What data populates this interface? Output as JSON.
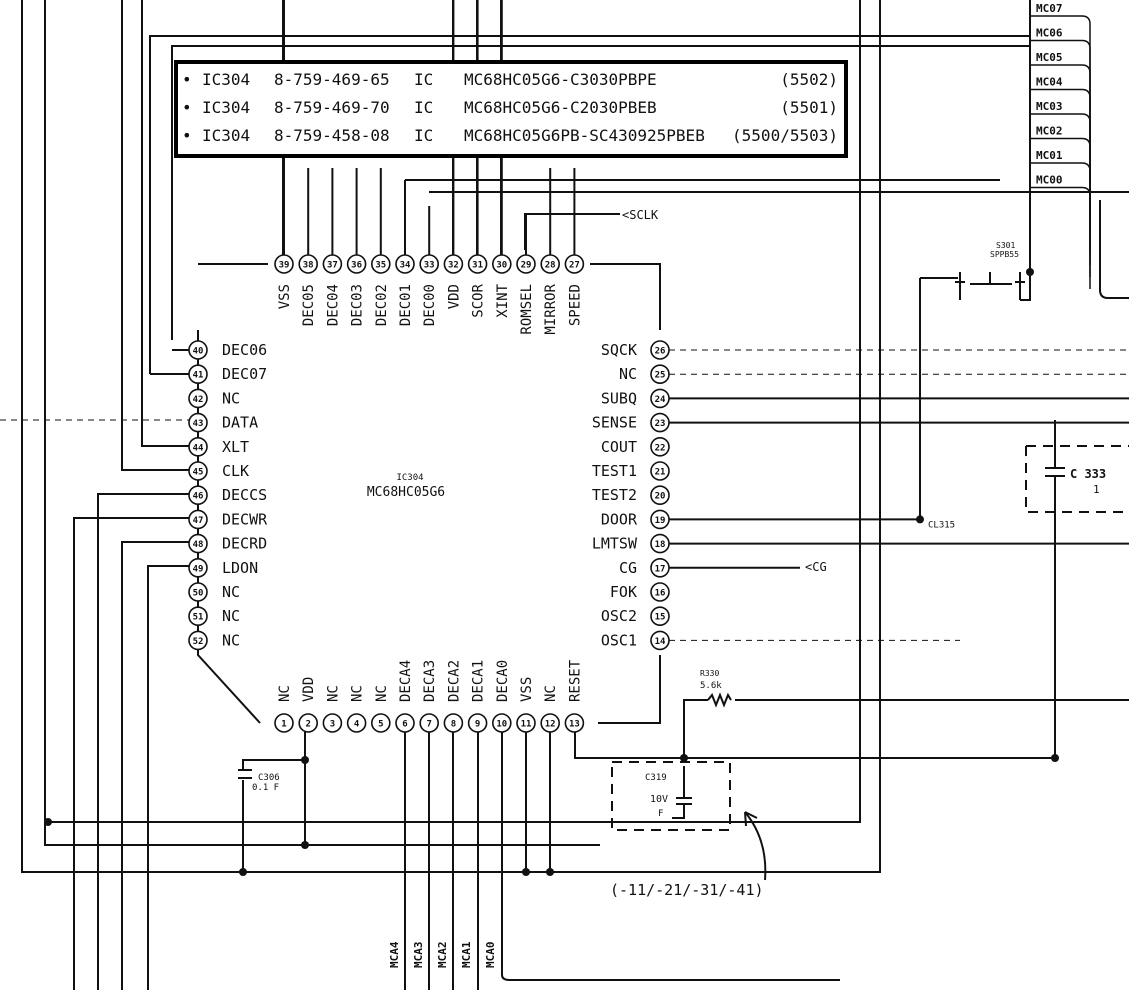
{
  "parts_list": [
    {
      "marker": "•",
      "ref": "IC304",
      "part_no": "8-759-469-65",
      "type": "IC",
      "description": "MC68HC05G6-C3030PBPE",
      "models": "(5502)"
    },
    {
      "marker": "•",
      "ref": "IC304",
      "part_no": "8-759-469-70",
      "type": "IC",
      "description": "MC68HC05G6-C2030PBEB",
      "models": "(5501)"
    },
    {
      "marker": "•",
      "ref": "IC304",
      "part_no": "8-759-458-08",
      "type": "IC",
      "description": "MC68HC05G6PB-SC430925PBEB",
      "models": "(5500/5503)"
    }
  ],
  "ic": {
    "ref": "IC304",
    "part": "MC68HC05G6"
  },
  "pins_top": [
    {
      "num": "39",
      "label": "VSS"
    },
    {
      "num": "38",
      "label": "DEC05"
    },
    {
      "num": "37",
      "label": "DEC04"
    },
    {
      "num": "36",
      "label": "DEC03"
    },
    {
      "num": "35",
      "label": "DEC02"
    },
    {
      "num": "34",
      "label": "DEC01"
    },
    {
      "num": "33",
      "label": "DEC00"
    },
    {
      "num": "32",
      "label": "VDD"
    },
    {
      "num": "31",
      "label": "SCOR"
    },
    {
      "num": "30",
      "label": "XINT"
    },
    {
      "num": "29",
      "label": "ROMSEL"
    },
    {
      "num": "28",
      "label": "MIRROR"
    },
    {
      "num": "27",
      "label": "SPEED"
    }
  ],
  "pins_left": [
    {
      "num": "40",
      "label": "DEC06"
    },
    {
      "num": "41",
      "label": "DEC07"
    },
    {
      "num": "42",
      "label": "NC"
    },
    {
      "num": "43",
      "label": "DATA"
    },
    {
      "num": "44",
      "label": "XLT"
    },
    {
      "num": "45",
      "label": "CLK"
    },
    {
      "num": "46",
      "label": "DECCS"
    },
    {
      "num": "47",
      "label": "DECWR"
    },
    {
      "num": "48",
      "label": "DECRD"
    },
    {
      "num": "49",
      "label": "LDON"
    },
    {
      "num": "50",
      "label": "NC"
    },
    {
      "num": "51",
      "label": "NC"
    },
    {
      "num": "52",
      "label": "NC"
    }
  ],
  "pins_right": [
    {
      "num": "26",
      "label": "SQCK"
    },
    {
      "num": "25",
      "label": "NC"
    },
    {
      "num": "24",
      "label": "SUBQ"
    },
    {
      "num": "23",
      "label": "SENSE"
    },
    {
      "num": "22",
      "label": "COUT"
    },
    {
      "num": "21",
      "label": "TEST1"
    },
    {
      "num": "20",
      "label": "TEST2"
    },
    {
      "num": "19",
      "label": "DOOR"
    },
    {
      "num": "18",
      "label": "LMTSW"
    },
    {
      "num": "17",
      "label": "CG"
    },
    {
      "num": "16",
      "label": "FOK"
    },
    {
      "num": "15",
      "label": "OSC2"
    },
    {
      "num": "14",
      "label": "OSC1"
    }
  ],
  "pins_bottom": [
    {
      "num": "1",
      "label": "NC"
    },
    {
      "num": "2",
      "label": "VDD"
    },
    {
      "num": "3",
      "label": "NC"
    },
    {
      "num": "4",
      "label": "NC"
    },
    {
      "num": "5",
      "label": "NC"
    },
    {
      "num": "6",
      "label": "DECA4"
    },
    {
      "num": "7",
      "label": "DECA3"
    },
    {
      "num": "8",
      "label": "DECA2"
    },
    {
      "num": "9",
      "label": "DECA1"
    },
    {
      "num": "10",
      "label": "DECA0"
    },
    {
      "num": "11",
      "label": "VSS"
    },
    {
      "num": "12",
      "label": "NC"
    },
    {
      "num": "13",
      "label": "RESET"
    }
  ],
  "bus_right": [
    "MC07",
    "MC06",
    "MC05",
    "MC04",
    "MC03",
    "MC02",
    "MC01",
    "MC00"
  ],
  "bus_bottom": [
    "MCA4",
    "MCA3",
    "MCA2",
    "MCA1",
    "MCA0"
  ],
  "signals": {
    "sclk": "SCLK",
    "cg": "CG"
  },
  "components": {
    "switch_ref": "S301",
    "switch_type": "SPPB55",
    "testpoint": "CL315",
    "cap_c333_ref": "C 333",
    "cap_c333_val": "1",
    "cap_c306_ref": "C306",
    "cap_c306_val": "0.1 F",
    "cap_c319_ref": "C319",
    "cap_c319_v": "10V",
    "cap_c319_f": "F",
    "res_ref": "R330",
    "res_val": "5.6k"
  },
  "note_models": "(-11/-21/-31/-41)"
}
